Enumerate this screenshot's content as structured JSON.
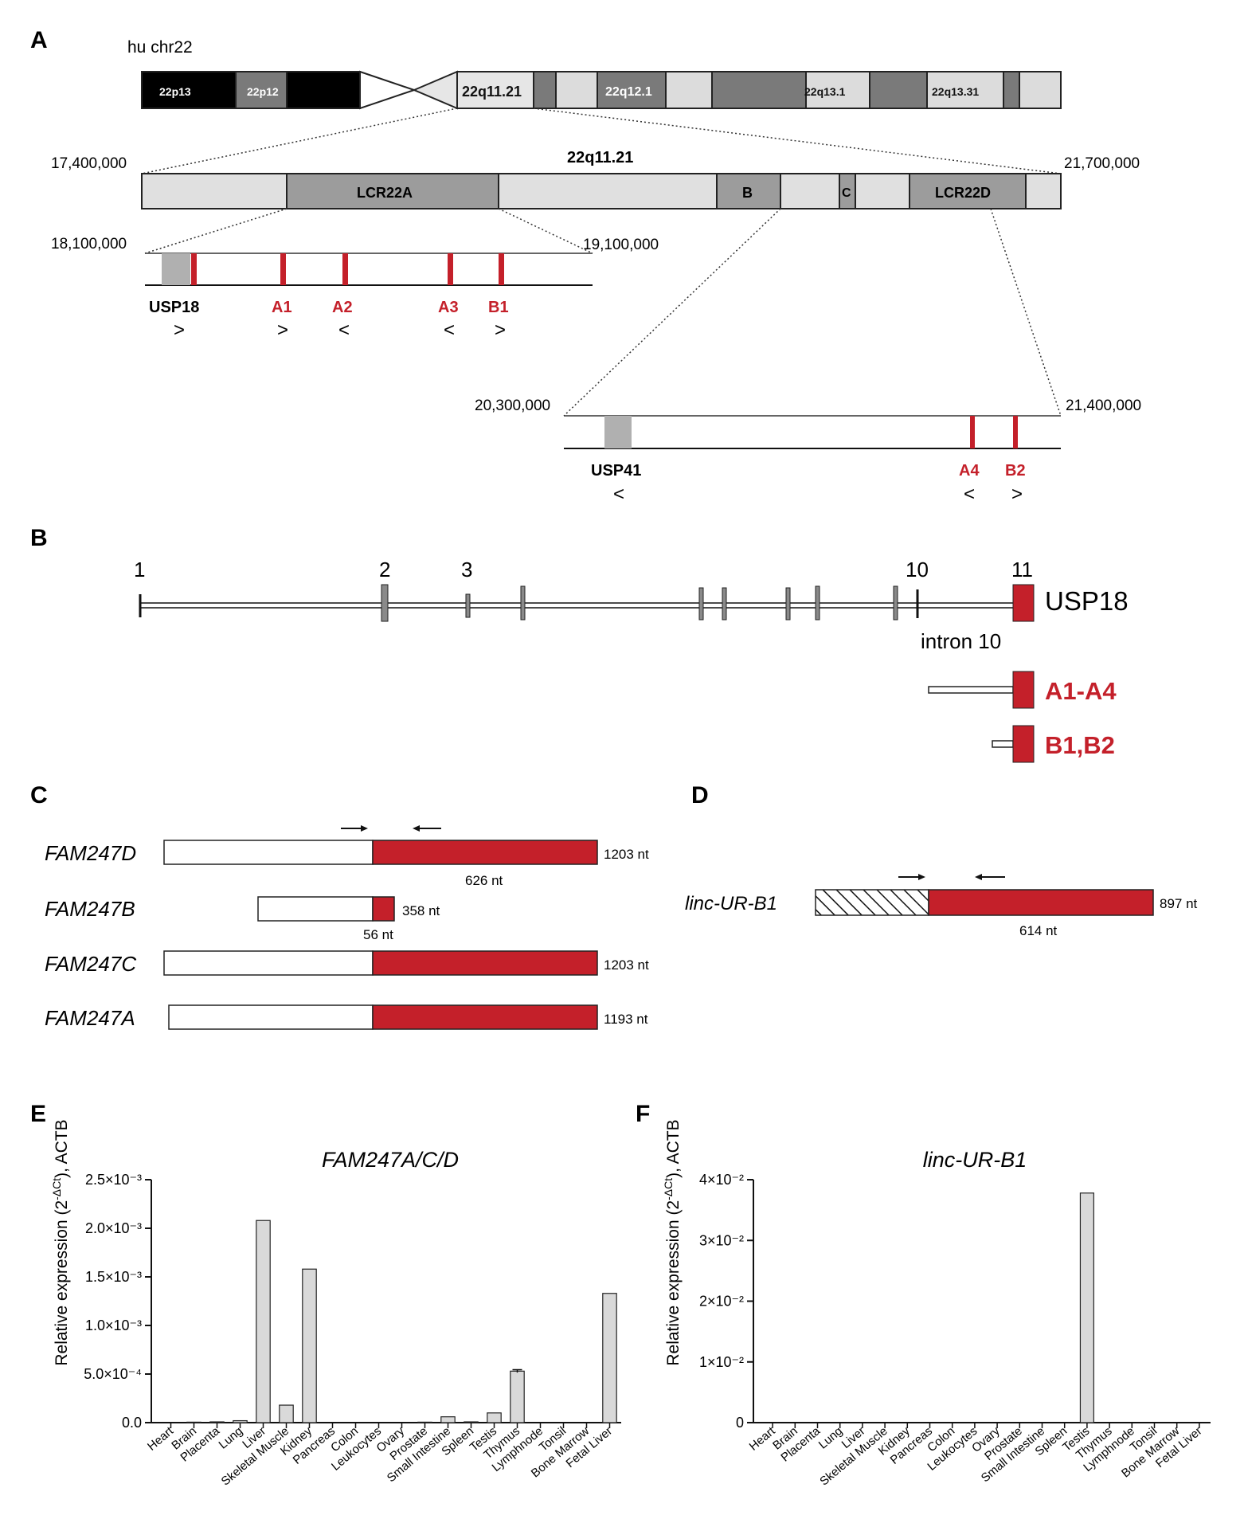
{
  "panels": {
    "a": "A",
    "b": "B",
    "c": "C",
    "d": "D",
    "e": "E",
    "f": "F"
  },
  "panel_a": {
    "chrom_label": "hu chr22",
    "bands": [
      "22p13",
      "22p12",
      "22q11.21",
      "22q12.1",
      "22q13.1",
      "22q13.31"
    ],
    "zoom1_title": "22q11.21",
    "zoom1_start": "17,400,000",
    "zoom1_end": "21,700,000",
    "zoom1_regions": [
      "LCR22A",
      "B",
      "C",
      "LCR22D"
    ],
    "zoom2_start": "18,100,000",
    "zoom2_end": "19,100,000",
    "zoom2_markers": [
      {
        "label": "USP18",
        "dir": ">"
      },
      {
        "label": "A1",
        "dir": ">"
      },
      {
        "label": "A2",
        "dir": "<"
      },
      {
        "label": "A3",
        "dir": "<"
      },
      {
        "label": "B1",
        "dir": ">"
      }
    ],
    "zoom3_start": "20,300,000",
    "zoom3_end": "21,400,000",
    "zoom3_markers": [
      {
        "label": "USP41",
        "dir": "<"
      },
      {
        "label": "A4",
        "dir": "<"
      },
      {
        "label": "B2",
        "dir": ">"
      }
    ]
  },
  "panel_b": {
    "exon_numbers": [
      "1",
      "2",
      "3",
      "10",
      "11"
    ],
    "gene": "USP18",
    "intron_label": "intron 10",
    "variant1": "A1-A4",
    "variant2": "B1,B2"
  },
  "panel_c": {
    "rows": [
      {
        "name": "FAM247D",
        "length": "1203 nt",
        "sub": "626 nt"
      },
      {
        "name": "FAM247B",
        "length": "358 nt",
        "sub": "56 nt"
      },
      {
        "name": "FAM247C",
        "length": "1203 nt",
        "sub": ""
      },
      {
        "name": "FAM247A",
        "length": "1193 nt",
        "sub": ""
      }
    ]
  },
  "panel_d": {
    "name": "linc-UR-B1",
    "length": "897 nt",
    "sub": "614 nt"
  },
  "colors": {
    "red": "#c4202a",
    "bar": "#d9d9d9",
    "band_dark": "#7a7a7a",
    "band_light": "#d6d6d6"
  },
  "chart_data": [
    {
      "type": "bar",
      "title": "FAM247A/C/D",
      "ylabel": "Relative expression (2^-ΔCt), ACTB",
      "ylim": [
        0,
        0.0025
      ],
      "yticks": [
        "0.0",
        "5.0×10⁻⁴",
        "1.0×10⁻³",
        "1.5×10⁻³",
        "2.0×10⁻³",
        "2.5×10⁻³"
      ],
      "categories": [
        "Heart",
        "Brain",
        "Placenta",
        "Lung",
        "Liver",
        "Skeletal Muscle",
        "Kidney",
        "Pancreas",
        "Colon",
        "Leukocytes",
        "Ovary",
        "Prostate",
        "Small Intestine",
        "Spleen",
        "Testis",
        "Thymus",
        "Lymphnode",
        "Tonsil",
        "Bone Marrow",
        "Fetal Liver"
      ],
      "values": [
        0,
        5e-06,
        8e-06,
        2e-05,
        0.00208,
        0.00018,
        0.00158,
        0,
        0,
        0,
        0,
        5e-06,
        6e-05,
        8e-06,
        0.0001,
        0.00053,
        0,
        0,
        0,
        0.00133
      ]
    },
    {
      "type": "bar",
      "title": "linc-UR-B1",
      "ylabel": "Relative expression (2^-ΔCt), ACTB",
      "ylim": [
        0,
        0.04
      ],
      "yticks": [
        "0",
        "1×10⁻²",
        "2×10⁻²",
        "3×10⁻²",
        "4×10⁻²"
      ],
      "categories": [
        "Heart",
        "Brain",
        "Placenta",
        "Lung",
        "Liver",
        "Skeletal Muscle",
        "Kidney",
        "Pancreas",
        "Colon",
        "Leukocytes",
        "Ovary",
        "Prostate",
        "Small Intestine",
        "Spleen",
        "Testis",
        "Thymus",
        "Lymphnode",
        "Tonsil",
        "Bone Marrow",
        "Fetal Liver"
      ],
      "values": [
        0,
        0,
        0,
        0,
        0,
        0,
        0,
        0,
        0,
        0,
        0,
        0,
        0,
        0,
        0.0378,
        0,
        0,
        0,
        0,
        0
      ]
    }
  ]
}
